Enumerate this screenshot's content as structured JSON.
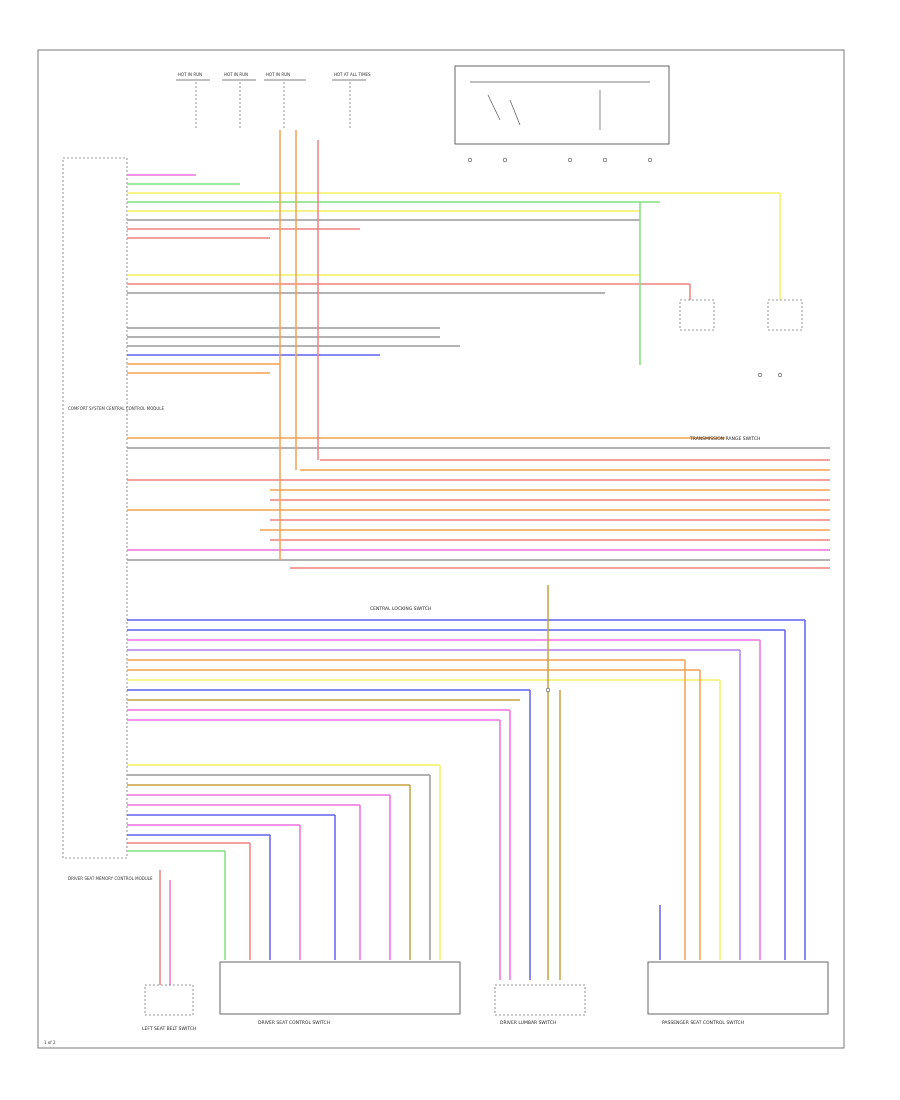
{
  "diagram": {
    "page_ref": "1 of 2",
    "fuses": [
      {
        "label": "HOT IN RUN"
      },
      {
        "label": "HOT IN RUN"
      },
      {
        "label": "HOT IN RUN"
      },
      {
        "label": "HOT AT ALL TIMES"
      }
    ],
    "components": {
      "comfort_module": "COMFORT SYSTEM CENTRAL CONTROL MODULE",
      "driver_memory": "DRIVER SEAT MEMORY CONTROL MODULE",
      "driver_seat_switch": "DRIVER SEAT CONTROL SWITCH",
      "driver_lumbar": "DRIVER LUMBAR SWITCH",
      "passenger_seat_switch": "PASSENGER SEAT CONTROL SWITCH",
      "left_seat_belt": "LEFT SEAT BELT SWITCH",
      "transmission_range": "TRANSMISSION RANGE SWITCH",
      "central_locking": "CENTRAL LOCKING SWITCH"
    },
    "colors": {
      "red": "#f08080",
      "pink": "#f070e0",
      "green": "#80e080",
      "yellow": "#f4f060",
      "orange": "#f6a050",
      "blue": "#6060f0",
      "gray": "#9a9a9a",
      "black": "#333333",
      "tan": "#c8a040",
      "violet": "#b080f0"
    }
  }
}
